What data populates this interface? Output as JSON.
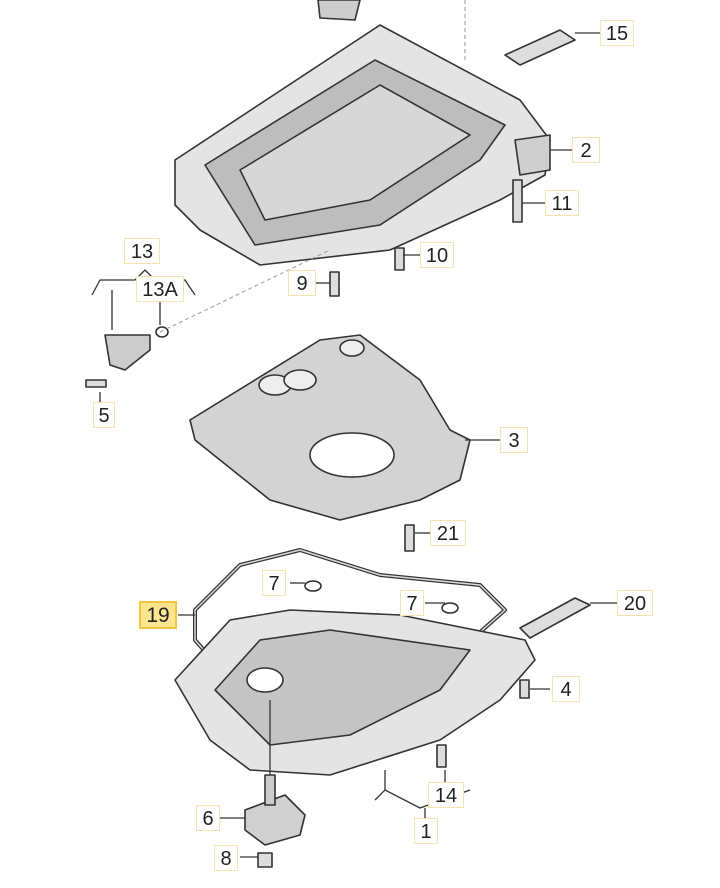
{
  "diagram": {
    "highlight_color": "#fde58e",
    "labels": [
      {
        "id": "15",
        "text": "15"
      },
      {
        "id": "2",
        "text": "2"
      },
      {
        "id": "11",
        "text": "11"
      },
      {
        "id": "10",
        "text": "10"
      },
      {
        "id": "9",
        "text": "9"
      },
      {
        "id": "13",
        "text": "13"
      },
      {
        "id": "13A",
        "text": "13A"
      },
      {
        "id": "5",
        "text": "5"
      },
      {
        "id": "3",
        "text": "3"
      },
      {
        "id": "21",
        "text": "21"
      },
      {
        "id": "7a",
        "text": "7"
      },
      {
        "id": "7b",
        "text": "7"
      },
      {
        "id": "19",
        "text": "19",
        "highlighted": true
      },
      {
        "id": "20",
        "text": "20"
      },
      {
        "id": "4",
        "text": "4"
      },
      {
        "id": "6",
        "text": "6"
      },
      {
        "id": "14",
        "text": "14"
      },
      {
        "id": "1",
        "text": "1"
      },
      {
        "id": "8",
        "text": "8"
      }
    ]
  }
}
